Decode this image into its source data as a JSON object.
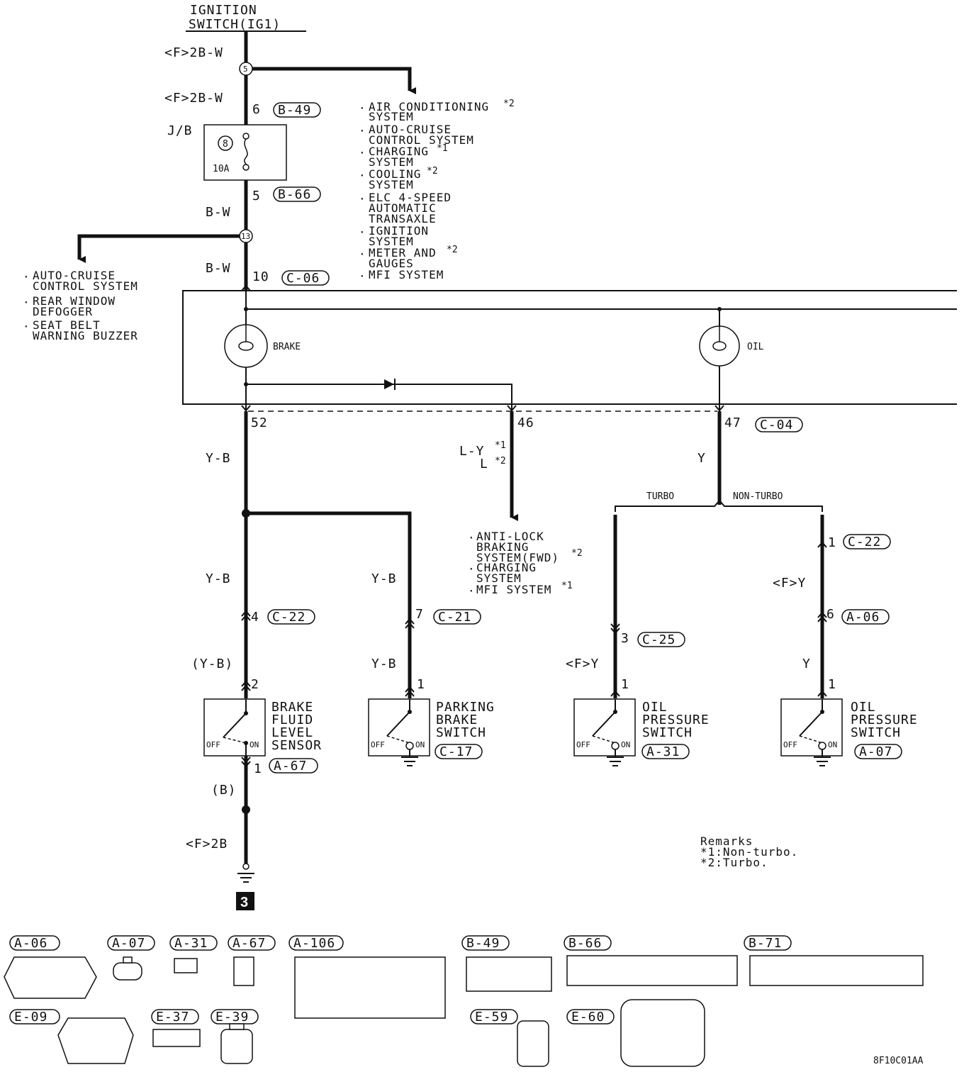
{
  "title": {
    "line1": "IGNITION",
    "line2": "SWITCH(IG1)"
  },
  "wires": {
    "f2bw_top": "<F>2B-W",
    "f2bw_mid": "<F>2B-W",
    "bw_a": "B-W",
    "bw_b": "B-W",
    "yb_main": "Y-B",
    "yb_left": "Y-B",
    "yb_right": "Y-B",
    "yb_right2": "Y-B",
    "yb_paren": "(Y-B)",
    "b_paren": "(B)",
    "f2b": "<F>2B",
    "ly_line1": "L-Y",
    "ly_line2": "L",
    "y_main": "Y",
    "fy_turbo": "<F>Y",
    "fy_nonturbo": "<F>Y",
    "y_nonturbo": "Y"
  },
  "splices": {
    "s5": "5",
    "s13": "13"
  },
  "junction_block": {
    "label": "J/B",
    "fuse_no": "8",
    "fuse_rating": "10A"
  },
  "pins": {
    "p6": "6",
    "p5": "5",
    "p10": "10",
    "p52": "52",
    "p46": "46",
    "p47": "47",
    "p4": "4",
    "p7": "7",
    "p2": "2",
    "p1_bfl": "1",
    "p1_bfl_bottom": "1",
    "p1_pbs": "1",
    "p3": "3",
    "p1_ops1": "1",
    "p1_nt": "1",
    "p6_nt": "6",
    "p1_ops2": "1"
  },
  "connectors": {
    "b49": "B-49",
    "b66": "B-66",
    "c06": "C-06",
    "c04": "C-04",
    "c22a": "C-22",
    "c21": "C-21",
    "c25": "C-25",
    "c22b": "C-22",
    "a06a": "A-06",
    "a67": "A-67",
    "c17": "C-17",
    "a31": "A-31",
    "a07": "A-07"
  },
  "lists": {
    "ig_dest": [
      {
        "line1": "AIR CONDITIONING",
        "line2": "SYSTEM",
        "mark": "*2"
      },
      {
        "line1": "AUTO-CRUISE",
        "line2": "CONTROL SYSTEM",
        "mark": ""
      },
      {
        "line1": "CHARGING",
        "line2": "SYSTEM",
        "mark": "*1"
      },
      {
        "line1": "COOLING",
        "line2": "SYSTEM",
        "mark": "*2"
      },
      {
        "line1": "ELC 4-SPEED",
        "line2": "AUTOMATIC",
        "line3": "TRANSAXLE",
        "mark": ""
      },
      {
        "line1": "IGNITION",
        "line2": "SYSTEM",
        "mark": ""
      },
      {
        "line1": "METER AND",
        "line2": "GAUGES",
        "mark": "*2"
      },
      {
        "line1": "MFI SYSTEM",
        "mark": ""
      }
    ],
    "s13_dest": [
      {
        "line1": "AUTO-CRUISE",
        "line2": "CONTROL SYSTEM"
      },
      {
        "line1": "REAR WINDOW",
        "line2": "DEFOGGER"
      },
      {
        "line1": "SEAT BELT",
        "line2": "WARNING BUZZER"
      }
    ],
    "p46_dest": [
      {
        "line1": "ANTI-LOCK",
        "line2": "BRAKING",
        "line3": "SYSTEM(FWD)",
        "mark": "*2"
      },
      {
        "line1": "CHARGING",
        "line2": "SYSTEM",
        "mark": ""
      },
      {
        "line1": "MFI SYSTEM",
        "mark": "*1"
      }
    ]
  },
  "marks": {
    "m1": "*1",
    "m2": "*2"
  },
  "meter": {
    "brake": "BRAKE",
    "oil": "OIL"
  },
  "branches": {
    "turbo": "TURBO",
    "non_turbo": "NON-TURBO"
  },
  "components": {
    "bfl": {
      "line1": "BRAKE",
      "line2": "FLUID",
      "line3": "LEVEL",
      "line4": "SENSOR"
    },
    "pbs": {
      "line1": "PARKING",
      "line2": "BRAKE",
      "line3": "SWITCH"
    },
    "ops1": {
      "line1": "OIL",
      "line2": "PRESSURE",
      "line3": "SWITCH"
    },
    "ops2": {
      "line1": "OIL",
      "line2": "PRESSURE",
      "line3": "SWITCH"
    },
    "off": "OFF",
    "on": "ON"
  },
  "ground_no": "3",
  "remarks": {
    "title": "Remarks",
    "r1": "*1:Non-turbo.",
    "r2": "*2:Turbo."
  },
  "conn_views": {
    "a06": "A-06",
    "a07": "A-07",
    "a31": "A-31",
    "a67": "A-67",
    "a106": "A-106",
    "b49": "B-49",
    "b66": "B-66",
    "b71": "B-71",
    "e09": "E-09",
    "e37": "E-37",
    "e39": "E-39",
    "e59": "E-59",
    "e60": "E-60"
  },
  "diagram_code": "8F10C01AA"
}
